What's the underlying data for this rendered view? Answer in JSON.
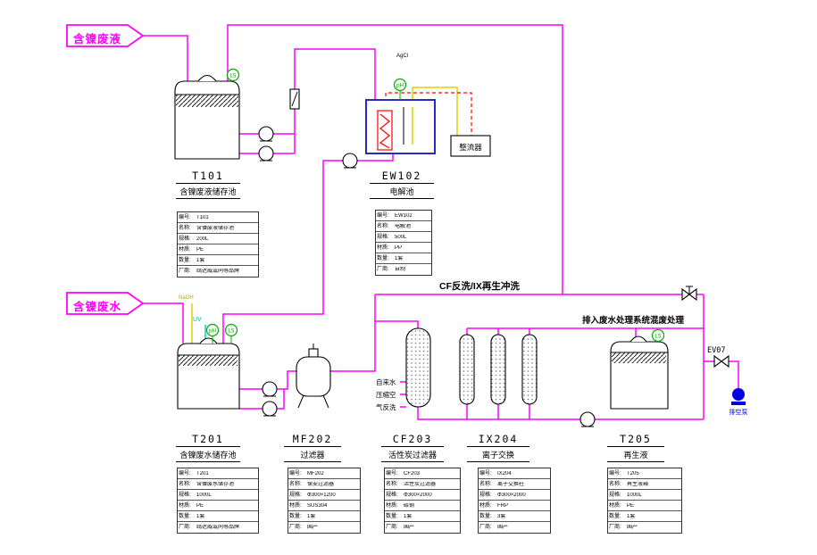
{
  "diagram": {
    "banners": {
      "waste_liquid": "含镍废液",
      "waste_water": "含镍废水"
    },
    "flow_labels": {
      "cf_backwash": "CF反洗/IX再生冲洗",
      "discharge": "排入废水处理系统混废处理",
      "tap_water": "自来水",
      "compressed_air": "压缩空",
      "air_backwash": "气反洗"
    },
    "devices": {
      "rectifier": "整流器",
      "ev07": "EV07",
      "vent_pump": "排空泵",
      "uv": "UV",
      "agcl": "AgCl",
      "naoh": "NaOH"
    },
    "instruments": {
      "ls": "LS",
      "ph": "pH"
    },
    "spec_fields": [
      "编号:",
      "名称:",
      "规格:",
      "材质:",
      "数量:",
      "厂商:"
    ],
    "equipment": {
      "t101": {
        "tag": "T101",
        "name": "含镍废液储存池",
        "specs": [
          "T101",
          "含镍废液储存池",
          "200L",
          "PE",
          "1套",
          "靖达威或同等品牌"
        ]
      },
      "ew102": {
        "tag": "EW102",
        "name": "电解池",
        "specs": [
          "EW102",
          "电解池",
          "500L",
          "PP",
          "1套",
          "自制"
        ]
      },
      "t201": {
        "tag": "T201",
        "name": "含镍废水储存池",
        "specs": [
          "T201",
          "含镍废水储存池",
          "1000L",
          "PE",
          "1套",
          "靖达威或同等品牌"
        ]
      },
      "mf202": {
        "tag": "MF202",
        "name": "过滤器",
        "specs": [
          "MF202",
          "保安过滤器",
          "Φ300×1200",
          "SUS304",
          "1套",
          "国产"
        ]
      },
      "cf203": {
        "tag": "CF203",
        "name": "活性炭过滤器",
        "specs": [
          "CF203",
          "活性炭过滤器",
          "Φ300×2000",
          "碳钢",
          "1套",
          "国产"
        ]
      },
      "ix204": {
        "tag": "IX204",
        "name": "离子交换",
        "specs": [
          "IX204",
          "离子交换柱",
          "Φ300×2000",
          "FRP",
          "3套",
          "国产"
        ]
      },
      "t205": {
        "tag": "T205",
        "name": "再生液",
        "specs": [
          "T205",
          "再生液箱",
          "1000L",
          "PE",
          "1套",
          "国产"
        ]
      }
    },
    "colors": {
      "pipe": "#ff00ff",
      "electrical": "#e3d000",
      "electrode": "#ff0000",
      "instrument": "#00aa00",
      "uv": "#00cccc",
      "cell_border": "#2929c8",
      "vent_pump_blue": "#0000e0"
    }
  }
}
